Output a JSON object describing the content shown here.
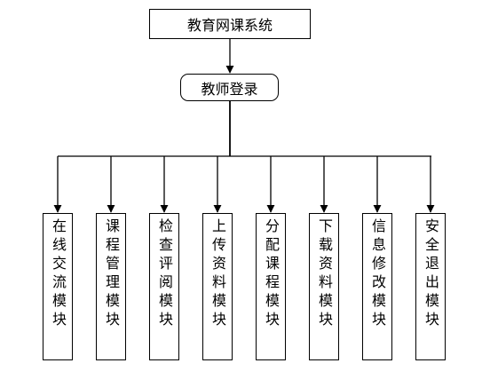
{
  "diagram": {
    "root": {
      "label": "教育网课系统"
    },
    "login": {
      "label": "教师登录"
    },
    "modules": [
      {
        "label": "在线交流模块"
      },
      {
        "label": "课程管理模块"
      },
      {
        "label": "检查评阅模块"
      },
      {
        "label": "上传资料模块"
      },
      {
        "label": "分配课程模块"
      },
      {
        "label": "下载资料模块"
      },
      {
        "label": "信息修改模块"
      },
      {
        "label": "安全退出模块"
      }
    ]
  }
}
